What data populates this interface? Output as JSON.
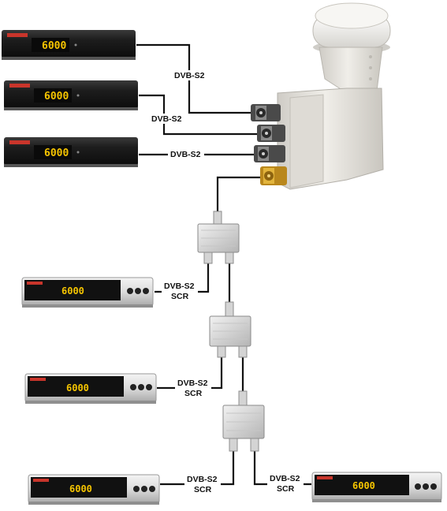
{
  "receivers": {
    "display_text": "6000"
  },
  "labels": {
    "link1": "DVB-S2",
    "link2": "DVB-S2",
    "link3": "DVB-S2",
    "scr1_line1": "DVB-S2",
    "scr1_line2": "SCR",
    "scr2_line1": "DVB-S2",
    "scr2_line2": "SCR",
    "scr3_line1": "DVB-S2",
    "scr3_line2": "SCR",
    "scr4_line1": "DVB-S2",
    "scr4_line2": "SCR"
  },
  "colors": {
    "black_receiver": "#1b1b1b",
    "silver_receiver": "#d9d9d9",
    "display": "#f5c400",
    "lnb": "#e9e7e2",
    "scr_connector": "#d7a52a",
    "wire": "#111111"
  }
}
